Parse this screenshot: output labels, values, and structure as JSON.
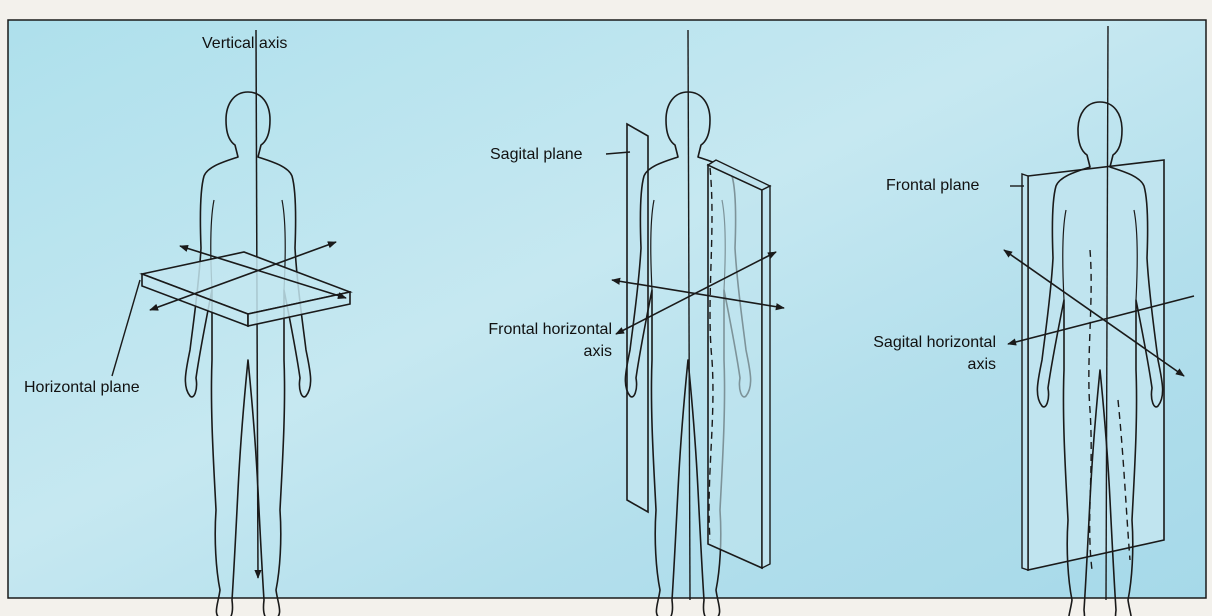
{
  "colors": {
    "background": "#bfe3ee",
    "page": "#f3f1ec",
    "ink": "#1a1a1a"
  },
  "panels": [
    {
      "name": "horizontal-plane-panel",
      "labels": {
        "axis": "Vertical axis",
        "plane": "Horizontal plane"
      }
    },
    {
      "name": "sagital-plane-panel",
      "labels": {
        "plane": "Sagital plane",
        "axis_line1": "Frontal horizontal",
        "axis_line2": "axis"
      }
    },
    {
      "name": "frontal-plane-panel",
      "labels": {
        "plane": "Frontal plane",
        "axis_line1": "Sagital horizontal",
        "axis_line2": "axis"
      }
    }
  ]
}
